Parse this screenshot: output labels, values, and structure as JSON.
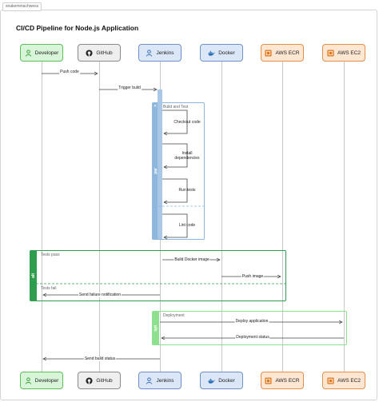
{
  "tag": "snakemmachwess",
  "title": "CI/CD Pipeline for Node.js Application",
  "actors": [
    {
      "id": "developer",
      "label": "Developer",
      "icon": "person-icon",
      "fill": "#d9f5d9",
      "border": "#5cbf5c",
      "icon_color": "#3aa03a"
    },
    {
      "id": "github",
      "label": "GitHub",
      "icon": "github-icon",
      "fill": "#eeeeee",
      "border": "#8a8a8a",
      "icon_color": "#222222"
    },
    {
      "id": "jenkins",
      "label": "Jenkins",
      "icon": "person-icon",
      "fill": "#dbe7f7",
      "border": "#6e93c9",
      "icon_color": "#3b6fb8"
    },
    {
      "id": "docker",
      "label": "Docker",
      "icon": "docker-icon",
      "fill": "#dbe7f7",
      "border": "#6e93c9",
      "icon_color": "#2d6fb5"
    },
    {
      "id": "aws_ecr",
      "label": "AWS ECR",
      "icon": "aws-icon",
      "fill": "#fde6d2",
      "border": "#e2904a",
      "icon_color": "#e07a1f"
    },
    {
      "id": "aws_ec2",
      "label": "AWS EC2",
      "icon": "aws-icon",
      "fill": "#fde6d2",
      "border": "#e2904a",
      "icon_color": "#e07a1f"
    }
  ],
  "fragments": {
    "par": {
      "keyword": "par",
      "label": "Build and Test",
      "color": "#8fb6dd"
    },
    "alt": {
      "keyword": "alt",
      "label": "Tests pass",
      "else_label": "Tests fail",
      "color": "#2e9e4e"
    },
    "opt": {
      "keyword": "opt",
      "label": "Deployment",
      "color": "#8de08d"
    }
  },
  "messages": {
    "push_code": "Push code",
    "trigger_build": "Trigger build",
    "checkout_code": "Checkout code",
    "install_dependencies": "Install dependencies",
    "run_tests": "Run tests",
    "lint_code": "Lint code",
    "build_docker_image": "Build Docker image",
    "push_image": "Push image",
    "send_failure_notification": "Send failure notification",
    "deploy_application": "Deploy application",
    "deployment_status": "Deployment status",
    "send_build_status": "Send build status"
  }
}
